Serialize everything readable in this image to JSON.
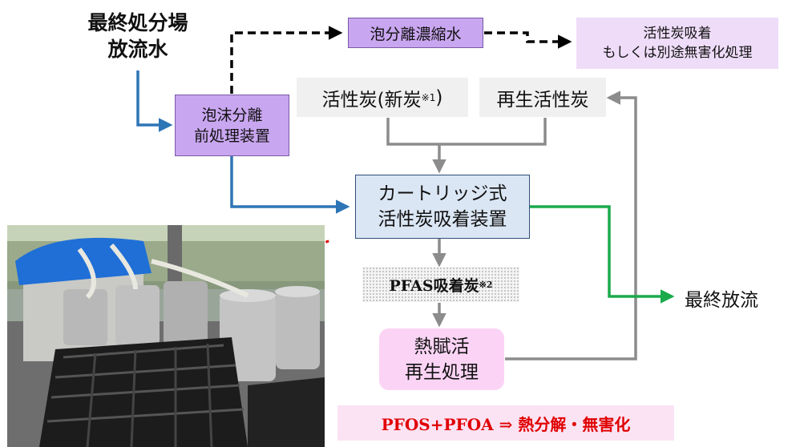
{
  "source": {
    "line1": "最終処分場",
    "line2": "放流水"
  },
  "foam_pretreatment": {
    "line1": "泡沫分離",
    "line2": "前処理装置"
  },
  "foam_concentrate": {
    "label": "泡分離濃縮水"
  },
  "concentrate_treatment": {
    "line1": "活性炭吸着",
    "line2": "もしくは別途無害化処理"
  },
  "new_carbon": {
    "label": "活性炭(新炭",
    "note": "※1",
    "close": ")"
  },
  "regen_carbon": {
    "label": "再生活性炭"
  },
  "cartridge": {
    "line1": "カートリッジ式",
    "line2": "活性炭吸着装置"
  },
  "pfas_carbon": {
    "label": "PFAS吸着炭",
    "note": "※2"
  },
  "thermal": {
    "line1": "熱賦活",
    "line2": "再生処理"
  },
  "final_discharge": {
    "label": "最終放流"
  },
  "result": {
    "label": "PFOS+PFOA ⇒ 熱分解・無害化"
  },
  "colors": {
    "purple_box": "#c9a6f0",
    "lavender_box": "#eedcf8",
    "blue_box": "#dbe6f4",
    "pink_box": "#fbd4f5",
    "blue_arrow": "#2e75b6",
    "gray_arrow": "#8c8c8c",
    "green_arrow": "#1aaa4b",
    "dashed_arrow": "#000000",
    "red_text": "#e00000",
    "callout": "#e00000"
  }
}
